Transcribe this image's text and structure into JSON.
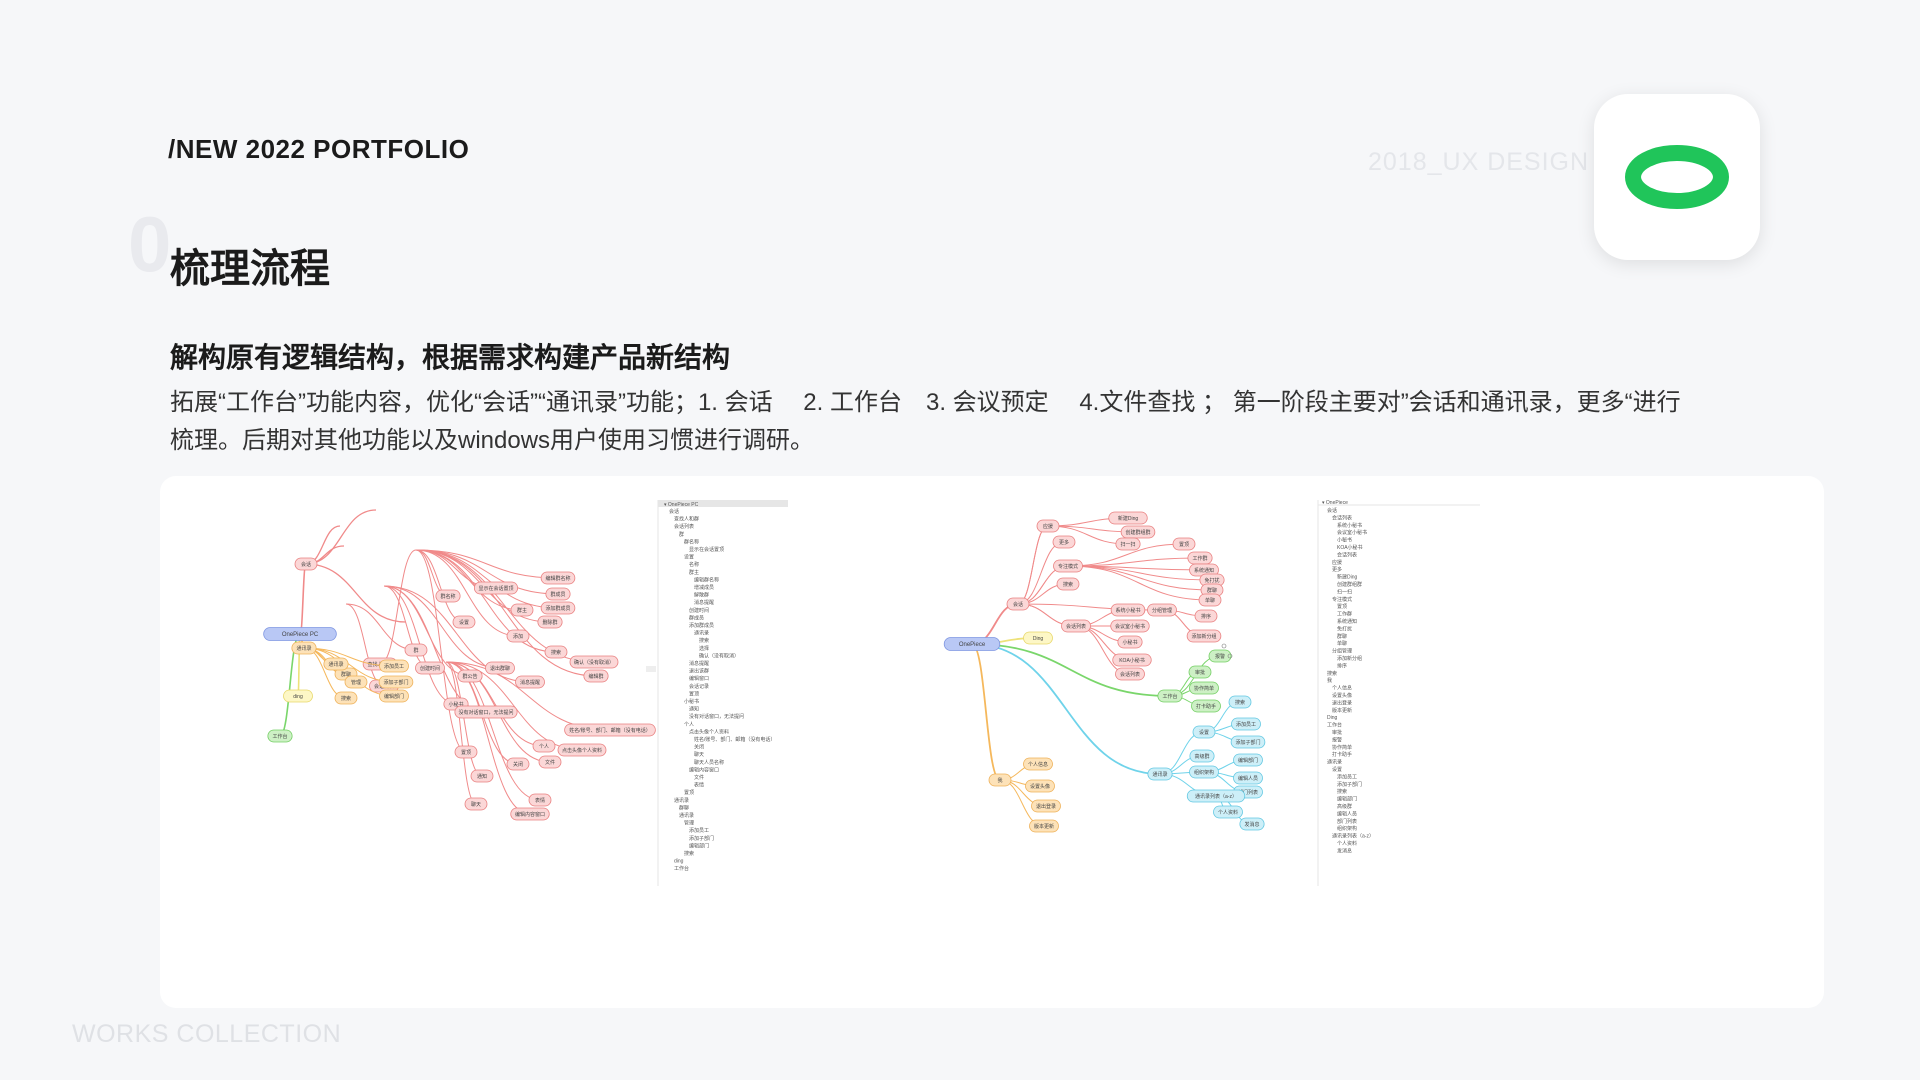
{
  "header": {
    "portfolio_title": "/NEW 2022 PORTFOLIO",
    "watermark": "2018_UX DESIGN",
    "app_icon": "green-ring-logo"
  },
  "section": {
    "number": "0",
    "title": "梳理流程",
    "subtitle": "解构原有逻辑结构，根据需求构建产品新结构",
    "description_line1": "拓展“工作台”功能内容，优化“会话”“通讯录”功能；1. 会话　 2. 工作台　3. 会议预定　 4.文件查找 ； 第一阶段主要对”会话和通讯录，更多“进行",
    "description_line2": "梳理。后期对其他功能以及windows用户使用习惯进行调研。"
  },
  "footer": {
    "text": "WORKS COLLECTION"
  },
  "colors": {
    "brand_green": "#20c55a",
    "branch_red": "#f08a8a",
    "branch_orange": "#f5b85c",
    "branch_green": "#7ad66b",
    "branch_cyan": "#6fd3ea",
    "root_blue": "#b9c8f5"
  },
  "old_map": {
    "root": "OnePiece PC",
    "branches": [
      {
        "label": "会话",
        "color": "red"
      },
      {
        "label": "通讯录",
        "color": "orange"
      },
      {
        "label": "ding",
        "color": "yellow"
      },
      {
        "label": "工作台",
        "color": "green"
      }
    ],
    "red_nodes": [
      "群",
      "会话列表",
      "置顶",
      "查找人或群",
      "群名称",
      "显示在会话置顶",
      "设置",
      "群主",
      "编辑群名称",
      "群成员",
      "添加群成员",
      "删除群",
      "添加",
      "搜索",
      "确认（没有取消）",
      "编辑群",
      "群公告",
      "创建时间",
      "退出群聊",
      "消息提醒",
      "小秘书",
      "没有对话窗口，无法提问",
      "个人",
      "点击头像个人资料",
      "通知",
      "关闭",
      "聊天",
      "表情",
      "编辑内容窗口",
      "文件",
      "姓名/账号、部门、邮箱（没有电话）"
    ],
    "orange_nodes": [
      "群聊",
      "通讯录",
      "管理",
      "添加员工",
      "添加子部门",
      "编辑部门",
      "搜索"
    ]
  },
  "old_tree": {
    "title": "OnePiece PC",
    "items": [
      "会话",
      "查找人和群",
      "会话列表",
      "群",
      "群名称",
      "显示在会话置顶",
      "设置",
      "名称",
      "群主",
      "编辑群名称",
      "增减成员",
      "解散群",
      "消息提醒",
      "创建时间",
      "群成员",
      "添加群成员",
      "通讯录",
      "搜索",
      "选择",
      "确认（没有取消）",
      "消息提醒",
      "退出该群",
      "编辑窗口",
      "会话记录",
      "置顶",
      "小秘书",
      "通知",
      "没有对话窗口，无法提问",
      "个人",
      "点击头像个人资料",
      "姓名/账号、部门、邮箱（没有电话）",
      "关闭",
      "聊天",
      "聊天人员名称",
      "编辑内容窗口",
      "文件",
      "表情",
      "置顶",
      "通讯录",
      "群聊",
      "通讯录",
      "管理",
      "添加员工",
      "添加子部门",
      "编辑部门",
      "搜索",
      "ding",
      "工作台"
    ]
  },
  "new_map": {
    "root": "OnePiece",
    "branches": [
      {
        "label": "会话",
        "color": "red"
      },
      {
        "label": "Ding",
        "color": "yellow"
      },
      {
        "label": "工作台",
        "color": "green"
      },
      {
        "label": "通讯录",
        "color": "cyan"
      },
      {
        "label": "我",
        "color": "orange"
      }
    ],
    "red_nodes": [
      "应援",
      "更多",
      "新建Ding",
      "创建群组群",
      "扫一扫",
      "专注模式",
      "置顶",
      "工作群",
      "系统通知",
      "免打扰",
      "群聊",
      "单聊",
      "搜索",
      "会话列表",
      "系统小秘书",
      "会议室小秘书",
      "小秘书",
      "KOA小秘书",
      "会话列表",
      "分组管理",
      "排序",
      "添加新分组"
    ],
    "green_nodes": [
      "审批",
      "协作简单",
      "打卡助手",
      "报警"
    ],
    "cyan_nodes": [
      "设置",
      "搜索",
      "添加员工",
      "添加子部门",
      "高级群",
      "编辑部门",
      "组织架构",
      "编辑人员",
      "部门列表",
      "通讯录列表（a-z）",
      "个人资料",
      "发消息"
    ],
    "orange_nodes": [
      "个人信息",
      "设置头像",
      "退出登录",
      "版本更新"
    ]
  },
  "new_tree": {
    "title": "OnePiece",
    "items": [
      "会话",
      "会话列表",
      "系统小秘书",
      "会议室小秘书",
      "小秘书",
      "KOA小秘书",
      "会话列表",
      "应援",
      "更多",
      "新建Ding",
      "创建群组群",
      "扫一扫",
      "专注模式",
      "置顶",
      "工作群",
      "系统通知",
      "免打扰",
      "群聊",
      "单聊",
      "分组管理",
      "添加新分组",
      "排序",
      "搜索",
      "我",
      "个人信息",
      "设置头像",
      "退出登录",
      "版本更新",
      "Ding",
      "工作台",
      "审批",
      "报警",
      "协作简单",
      "打卡助手",
      "通讯录",
      "设置",
      "添加员工",
      "添加子部门",
      "搜索",
      "编辑部门",
      "高级群",
      "编辑人员",
      "部门列表",
      "组织架构",
      "通讯录列表（a-z）",
      "个人资料",
      "发消息"
    ]
  }
}
